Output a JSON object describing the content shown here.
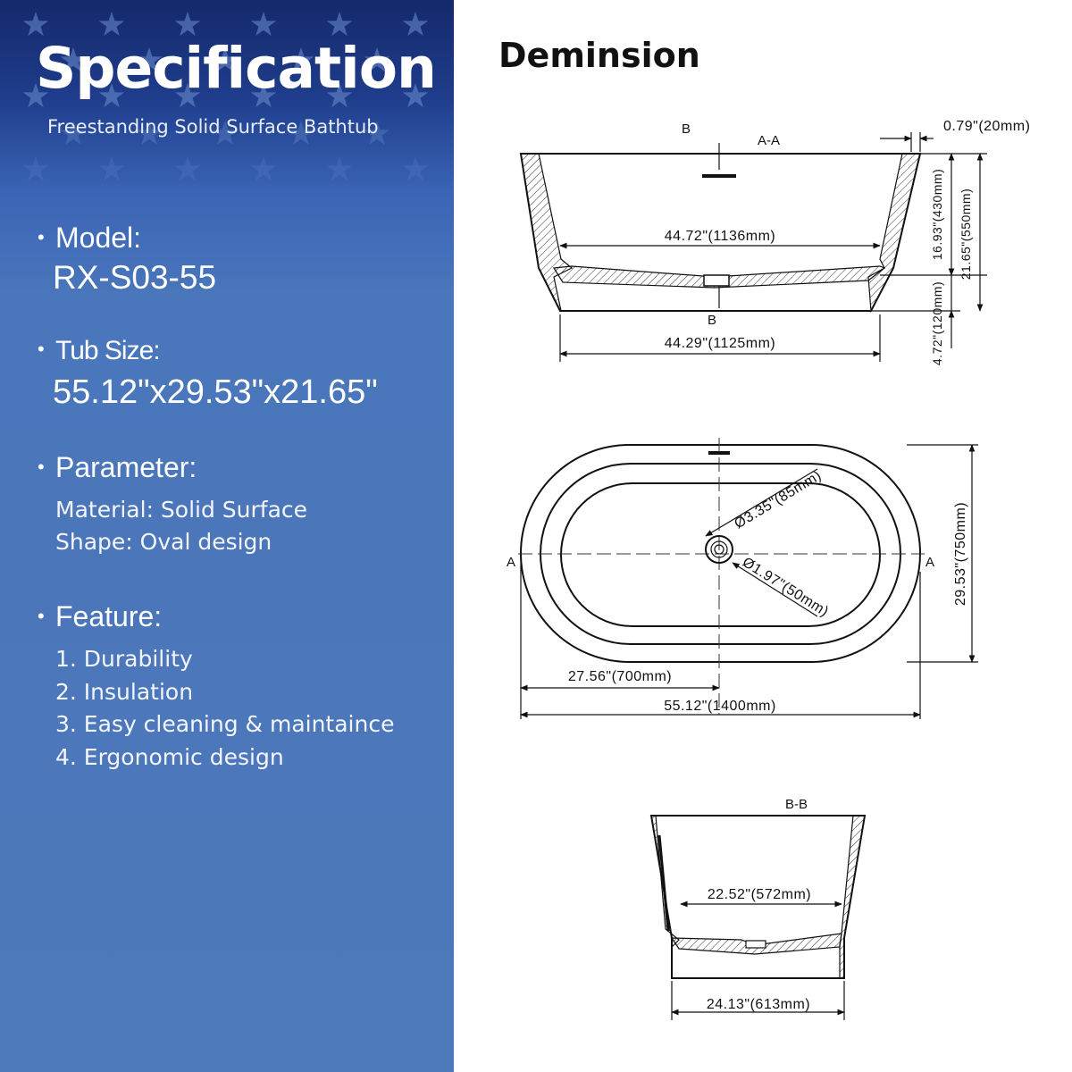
{
  "panel": {
    "title": "Specification",
    "subtitle": "Freestanding Solid Surface Bathtub",
    "model": {
      "label": "Model:",
      "value": "RX-S03-55"
    },
    "tub_size": {
      "label": "Tub Size:",
      "value": "55.12\"x29.53\"x21.65\""
    },
    "parameter": {
      "label": "Parameter:",
      "material": "Material: Solid Surface",
      "shape": "Shape: Oval design"
    },
    "feature": {
      "label": "Feature:",
      "items": [
        "1. Durability",
        "2. Insulation",
        "3. Easy cleaning & maintaince",
        "4. Ergonomic design"
      ]
    },
    "colors": {
      "panel_blue": "#4d78b9",
      "panel_dark": "#14296b",
      "star": "#6d8fd0"
    }
  },
  "diagram": {
    "title": "Deminsion",
    "section_aa": {
      "cut_label": "A-A",
      "cut_marker_top": "B",
      "cut_marker_bottom": "B",
      "dim_wall": "0.79\"(20mm)",
      "dim_inner_width": "44.72\"(1136mm)",
      "dim_base_width": "44.29\"(1125mm)",
      "dim_inner_depth": "16.93\"(430mm)",
      "dim_total_height": "21.65\"(550mm)",
      "dim_base_height": "4.72\"(120mm)"
    },
    "top_view": {
      "marker_left": "A",
      "marker_right": "A",
      "dim_overflow": "Ø3.35\"(85mm)",
      "dim_drain": "Ø1.97\"(50mm)",
      "dim_half_length": "27.56\"(700mm)",
      "dim_length": "55.12\"(1400mm)",
      "dim_width": "29.53\"(750mm)"
    },
    "section_bb": {
      "cut_label": "B-B",
      "dim_inner_width": "22.52\"(572mm)",
      "dim_base_width": "24.13\"(613mm)"
    }
  }
}
